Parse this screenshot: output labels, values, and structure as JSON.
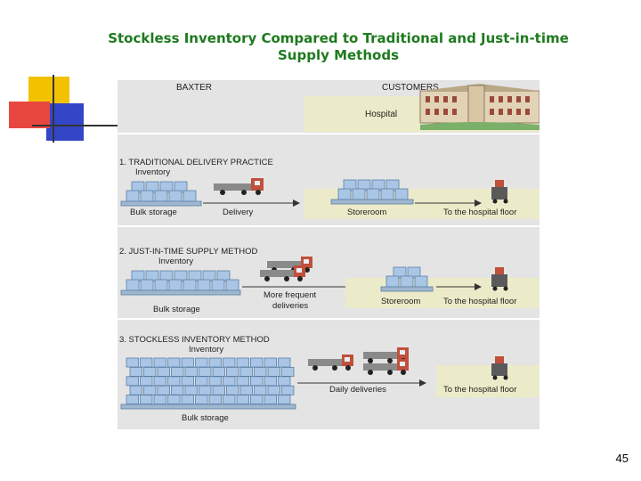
{
  "slide": {
    "title_line1": "Stockless Inventory Compared to Traditional and Just-in-time",
    "title_line2": "Supply Methods",
    "page_number": "45"
  },
  "diagram": {
    "supplier": "BAXTER",
    "customers": "CUSTOMERS",
    "hospital": "Hospital",
    "sections": [
      {
        "title": "1. TRADITIONAL DELIVERY PRACTICE",
        "inventory": "Inventory",
        "bulk_storage": "Bulk storage",
        "delivery": "Delivery",
        "storeroom": "Storeroom",
        "hospital_floor": "To the hospital floor"
      },
      {
        "title": "2. JUST-IN-TIME SUPPLY METHOD",
        "inventory": "Inventory",
        "bulk_storage": "Bulk storage",
        "delivery_line1": "More frequent",
        "delivery_line2": "deliveries",
        "storeroom": "Storeroom",
        "hospital_floor": "To the hospital floor"
      },
      {
        "title": "3. STOCKLESS INVENTORY METHOD",
        "inventory": "Inventory",
        "bulk_storage": "Bulk storage",
        "delivery": "Daily deliveries",
        "hospital_floor": "To the hospital floor"
      }
    ]
  },
  "colors": {
    "title_green": "#1e7a1e",
    "panel_gray": "#e4e4e4",
    "customer_band": "#ecebc9",
    "box_blue": "#a9c6e6",
    "arrow_dark": "#333333",
    "truck_cab": "#c0503a",
    "deco_yellow": "#f2c200",
    "deco_red": "#e8473f",
    "deco_blue": "#3346c8"
  }
}
